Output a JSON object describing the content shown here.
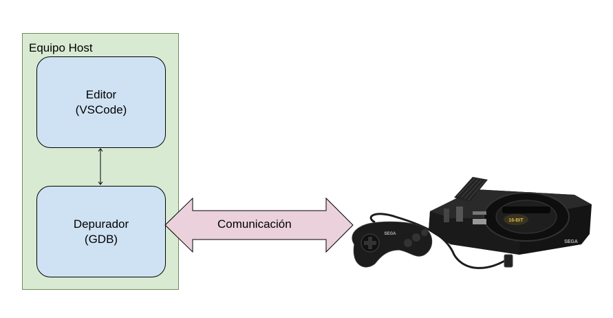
{
  "host": {
    "label": "Equipo Host"
  },
  "editor": {
    "line1": "Editor",
    "line2": "(VSCode)"
  },
  "debugger": {
    "line1": "Depurador",
    "line2": "(GDB)"
  },
  "link": {
    "label": "Comunicación"
  },
  "console": {
    "badge": "16-BIT",
    "brand": "SEGA"
  },
  "colors": {
    "host_fill": "#d9ead3",
    "node_fill": "#cfe2f3",
    "arrow_fill": "#ead1dc"
  }
}
